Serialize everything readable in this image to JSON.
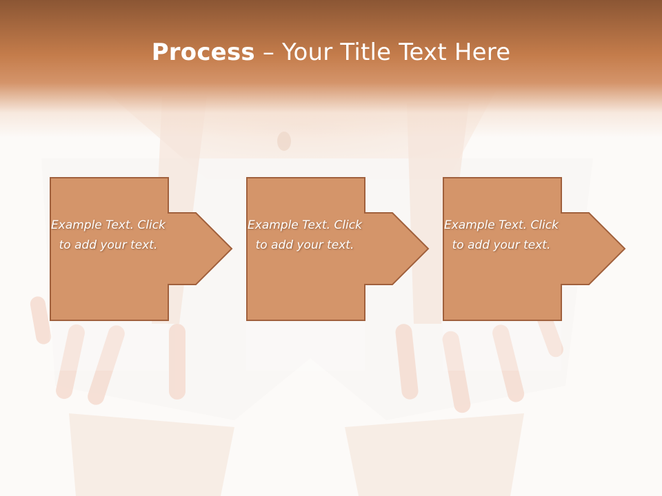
{
  "title": {
    "bold": "Process",
    "rest": " – Your Title Text Here"
  },
  "steps": [
    {
      "text": "Example Text. Click  to add your text."
    },
    {
      "text": "Example Text. Click  to add your text."
    },
    {
      "text": "Example Text. Click  to add your text."
    }
  ],
  "colors": {
    "box_fill": "#d4956a",
    "box_stroke": "#a0603c",
    "title_band": "#c47c4b"
  },
  "icons": {
    "step_arrow": "right-arrow-icon"
  }
}
